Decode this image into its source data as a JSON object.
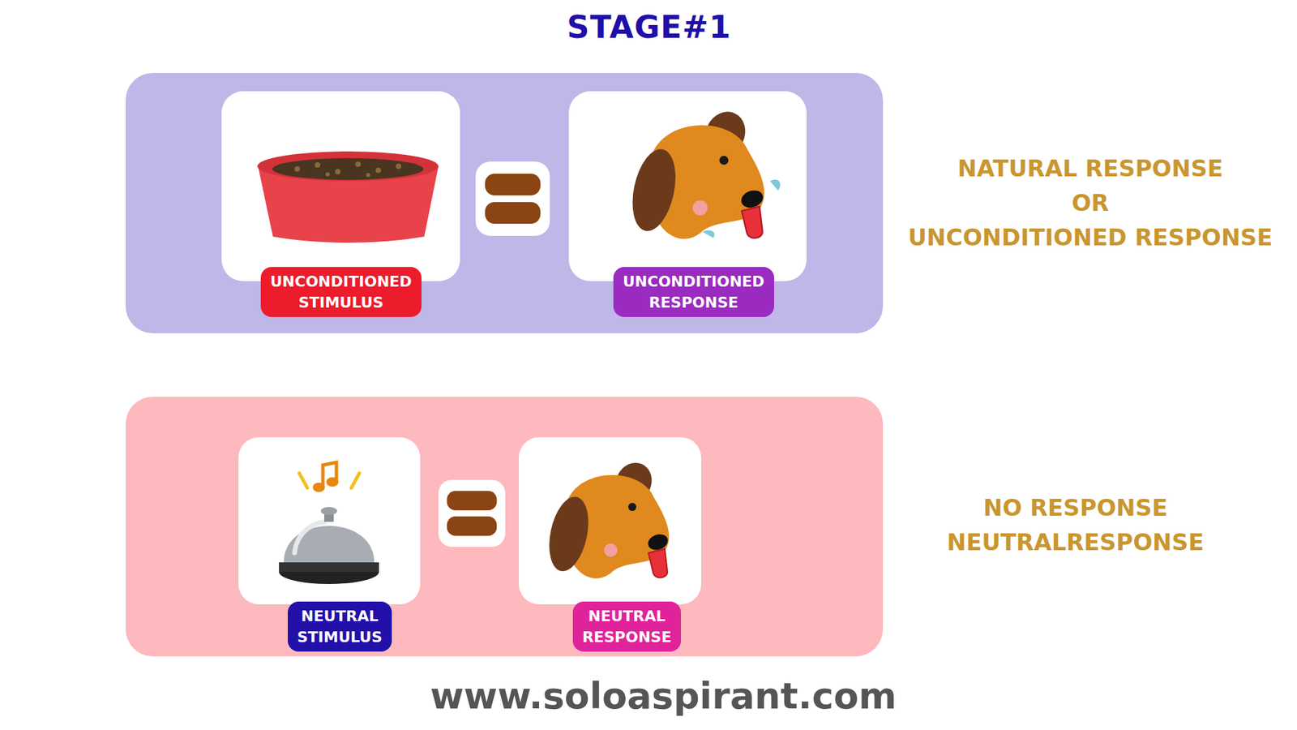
{
  "diagram": {
    "title": "STAGE#1",
    "nodes": [
      {
        "text": [
          "UNCONDITIONED STIMULUS"
        ]
      },
      {
        "text": [
          "UNCONDITIONED RESPONSE"
        ]
      },
      {
        "text": [
          "NEUTRAL STIMULUS"
        ]
      },
      {
        "text": [
          "NEUTRAL RESPONSE"
        ]
      }
    ],
    "labels": [
      "NATURAL RESPONSE",
      "OR",
      "UNCONDITIONED RESPONSE",
      "NO RESPONSE",
      "NEUTRALRESPONSE",
      "www.soloaspirant.com"
    ]
  }
}
